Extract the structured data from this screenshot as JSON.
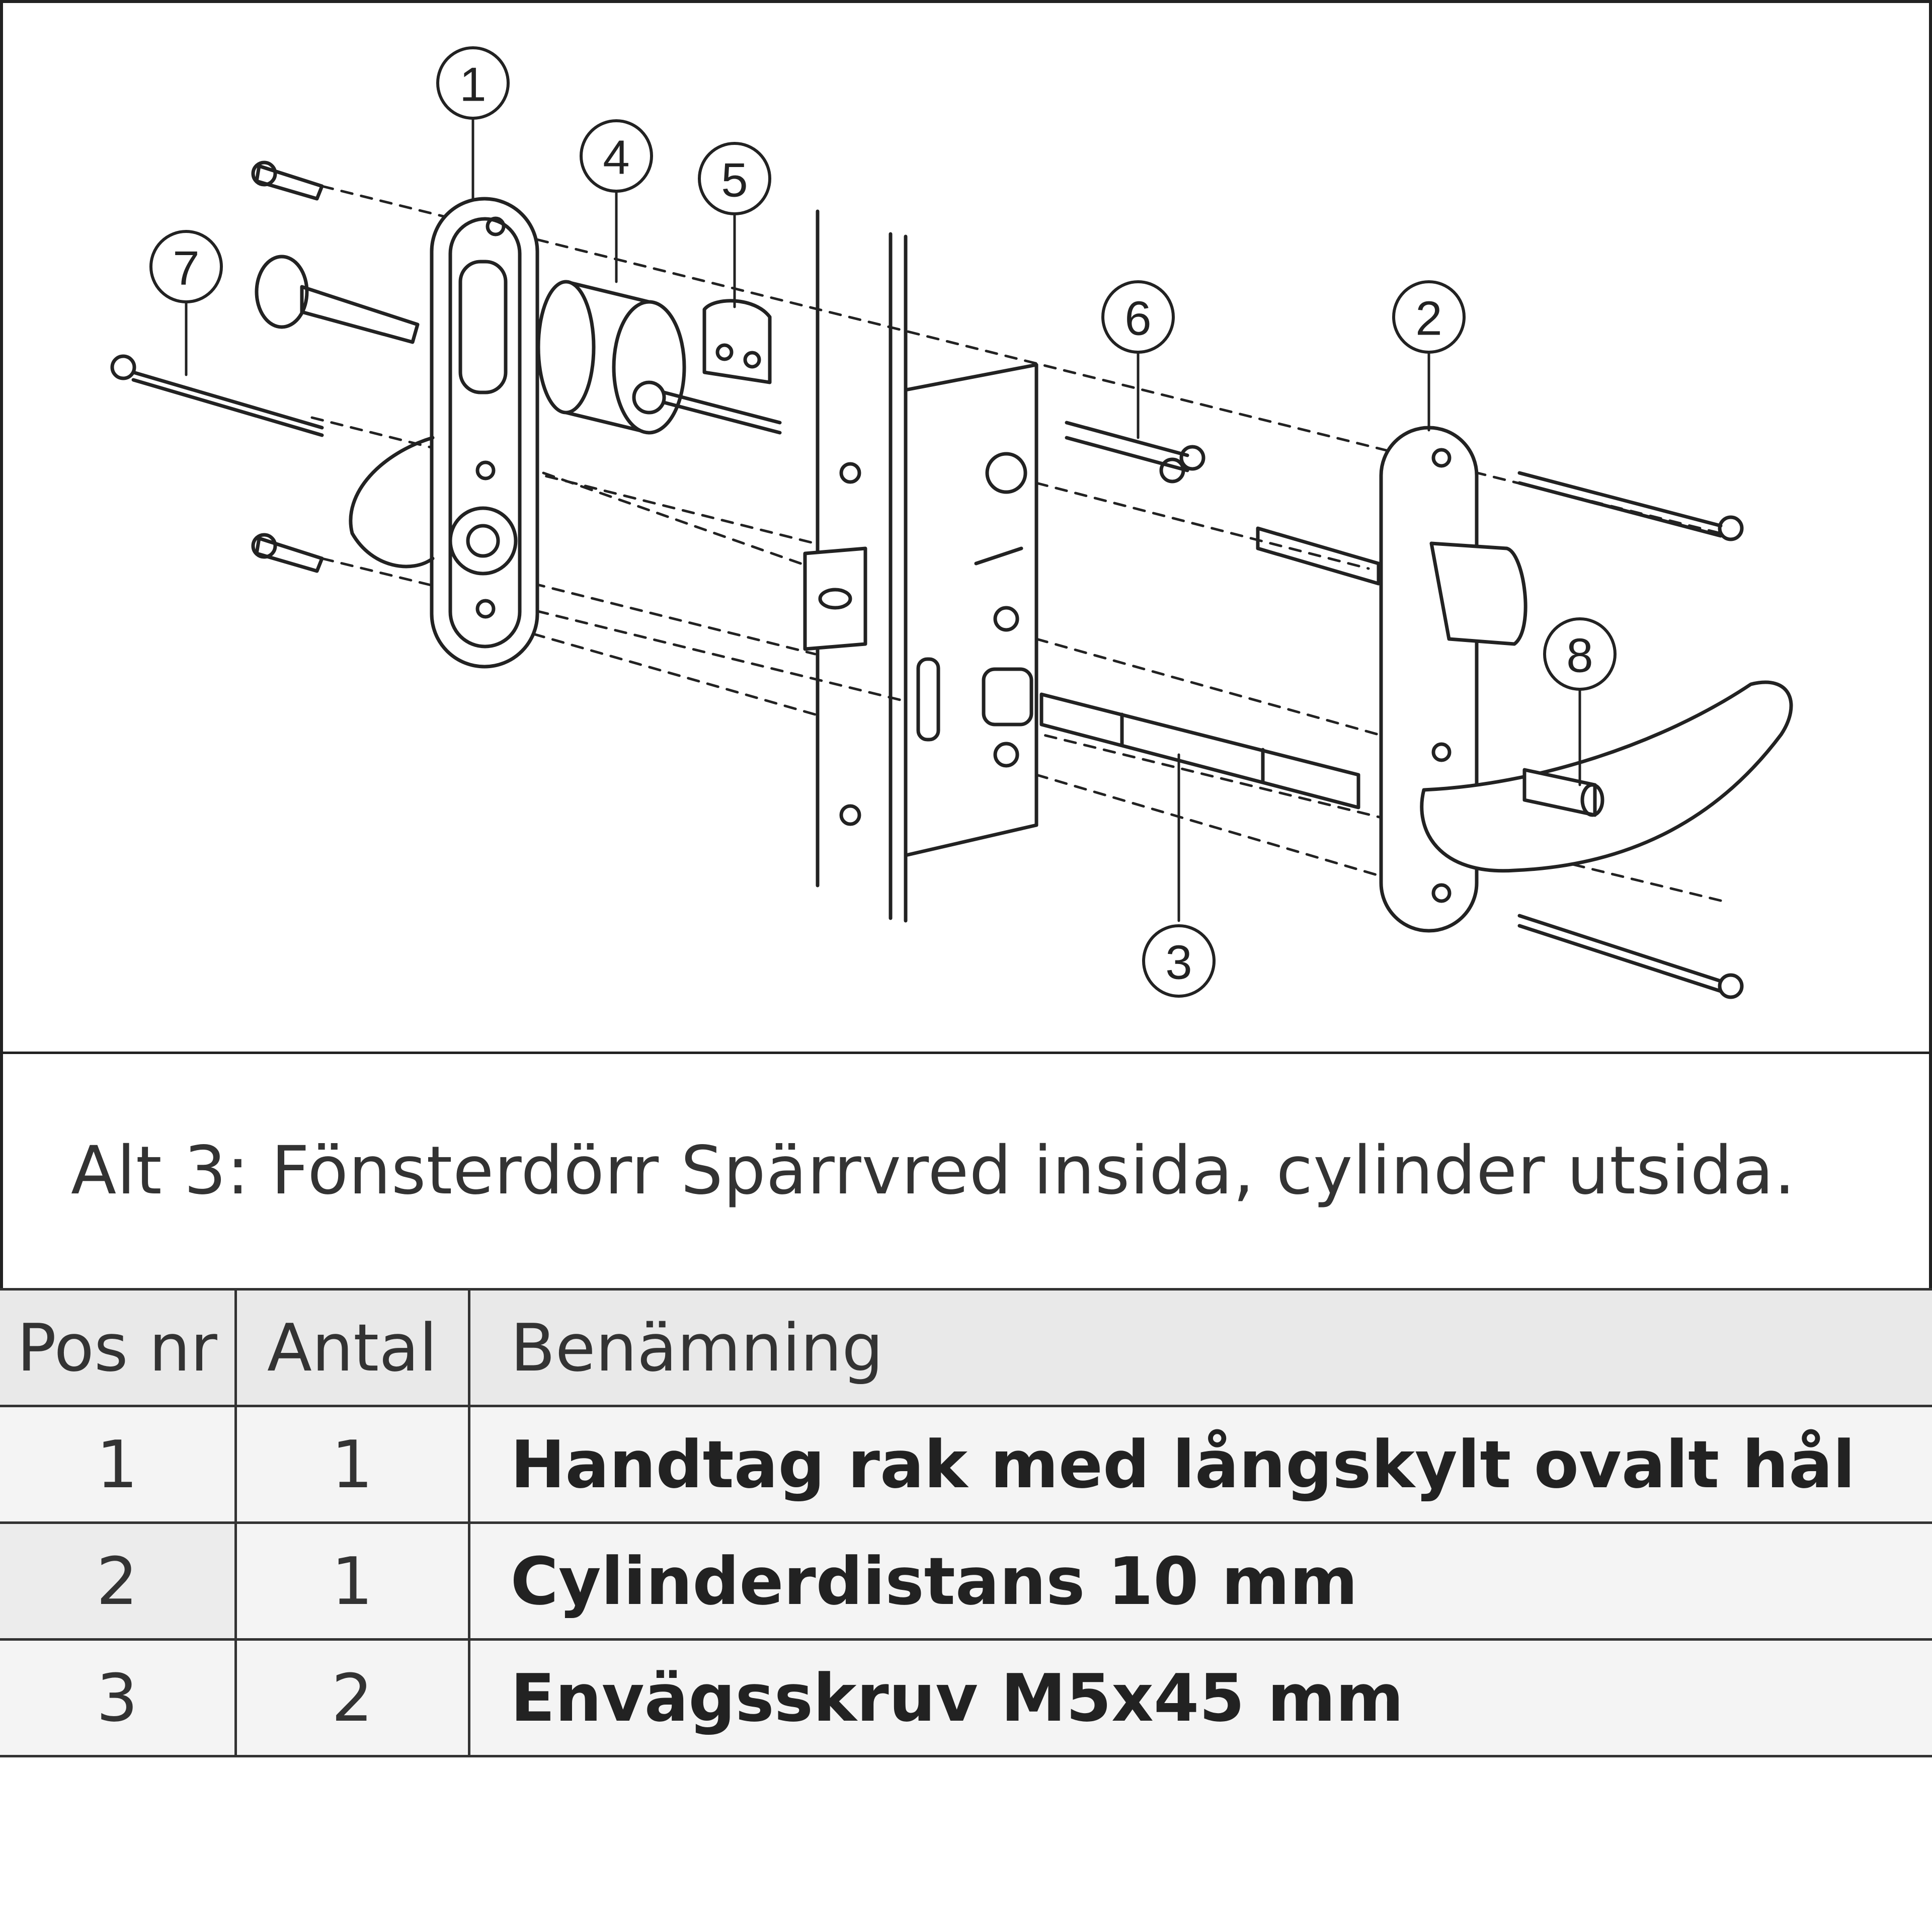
{
  "diagram": {
    "callouts": [
      "1",
      "2",
      "3",
      "4",
      "5",
      "6",
      "7",
      "8"
    ]
  },
  "caption": "Alt 3: Fönsterdörr Spärrvred insida, cylinder utsida.",
  "table": {
    "headers": [
      "Pos nr",
      "Antal",
      "Benämning"
    ],
    "rows": [
      {
        "pos": "1",
        "antal": "1",
        "name": "Handtag rak med långskylt ovalt hål"
      },
      {
        "pos": "2",
        "antal": "1",
        "name": "Cylinderdistans 10 mm"
      },
      {
        "pos": "3",
        "antal": "2",
        "name": "Envägsskruv M5x45 mm"
      }
    ]
  }
}
